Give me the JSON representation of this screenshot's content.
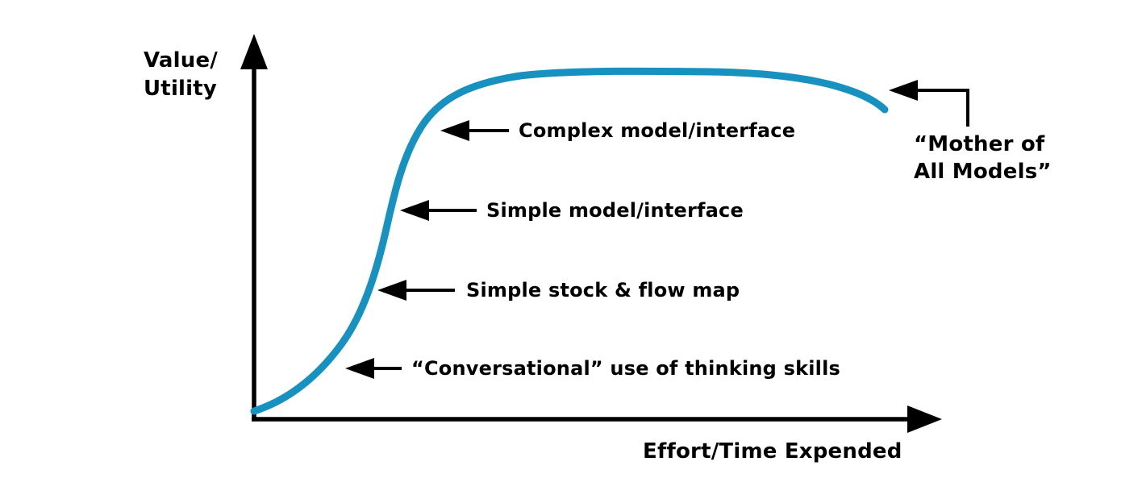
{
  "colors": {
    "curve": "#1691c0",
    "ink": "#000000",
    "background": "#ffffff"
  },
  "chart": {
    "type": "line",
    "y_axis_label": "Value/\nUtility",
    "x_axis_label": "Effort/Time Expended",
    "curve_description": "S-curve rising steeply then plateauing with a slight dip at far right",
    "annotations": [
      {
        "label": "Complex model/interface"
      },
      {
        "label": "Simple model/interface"
      },
      {
        "label": "Simple stock & flow map"
      },
      {
        "label": "“Conversational” use of thinking skills"
      },
      {
        "label": "“Mother of\nAll Models”"
      }
    ]
  }
}
